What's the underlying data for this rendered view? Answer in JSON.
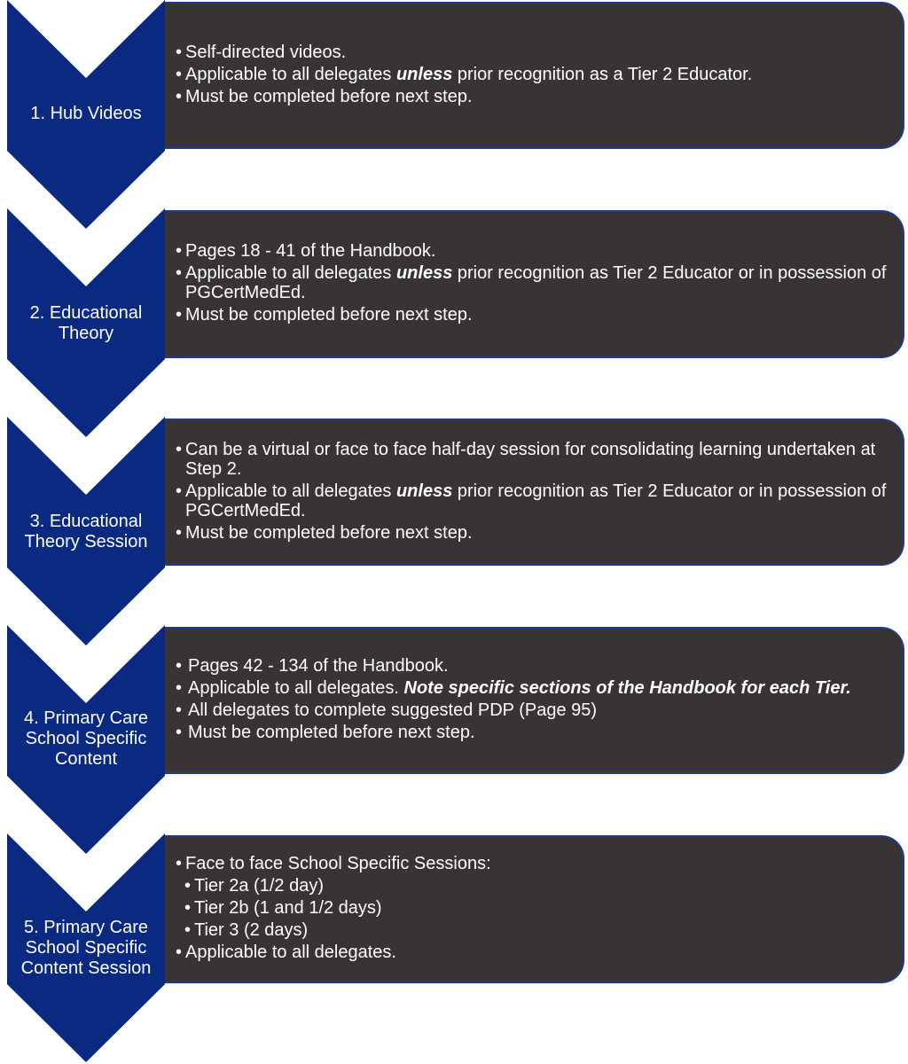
{
  "colors": {
    "chevron": "#0a2a82",
    "box_fill": "#383434",
    "box_border": "#1f3a8a",
    "text": "#ffffff"
  },
  "bullet_symbol": "•",
  "steps": [
    {
      "label_lines": [
        "1. Hub Videos"
      ],
      "bullets": [
        {
          "text": "Self-directed videos."
        },
        {
          "pre": "Applicable to all delegates ",
          "emph": "unless",
          "post": " prior recognition as a Tier 2 Educator."
        },
        {
          "text": "Must be completed before next step."
        }
      ]
    },
    {
      "label_lines": [
        "2. Educational",
        "Theory"
      ],
      "bullets": [
        {
          "text": "Pages 18 - 41 of the Handbook."
        },
        {
          "pre": "Applicable to all delegates ",
          "emph": "unless",
          "post": " prior recognition as Tier 2 Educator or in possession of PGCertMedEd."
        },
        {
          "text": "Must be completed before next step."
        }
      ]
    },
    {
      "label_lines": [
        "3. Educational",
        "Theory Session"
      ],
      "bullets": [
        {
          "text": "Can be a virtual or face to face half-day session for consolidating learning undertaken at Step 2."
        },
        {
          "pre": "Applicable to all delegates ",
          "emph": "unless",
          "post": " prior recognition as Tier 2 Educator or in possession of PGCertMedEd."
        },
        {
          "text": "Must be completed before next step."
        }
      ]
    },
    {
      "label_lines": [
        "4. Primary Care",
        "School Specific",
        "Content"
      ],
      "bullets": [
        {
          "text": "Pages 42 - 134 of the Handbook."
        },
        {
          "pre": "Applicable to all delegates. ",
          "emph": "Note specific sections of the Handbook for each Tier.",
          "post": ""
        },
        {
          "text": "All delegates to complete suggested PDP (Page 95)"
        },
        {
          "text": "Must be completed before next step."
        }
      ]
    },
    {
      "label_lines": [
        "5. Primary Care",
        "School Specific",
        "Content Session"
      ],
      "bullets": [
        {
          "text": "Face to face School Specific Sessions:"
        },
        {
          "text": "Tier 2a (1/2 day)",
          "sub": true
        },
        {
          "text": "Tier 2b (1 and 1/2 days)",
          "sub": true
        },
        {
          "text": "Tier 3 (2 days)",
          "sub": true
        },
        {
          "text": "Applicable to all delegates."
        }
      ]
    }
  ]
}
